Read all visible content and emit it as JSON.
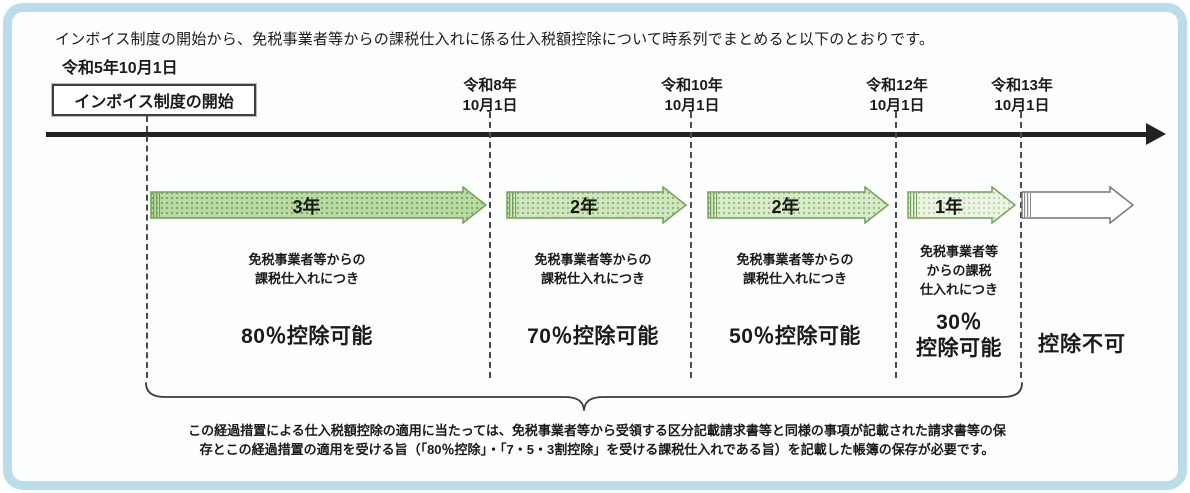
{
  "intro": "インボイス制度の開始から、免税事業者等からの課税仕入れに係る仕入税額控除について時系列でまとめると以下のとおりです。",
  "start": {
    "date": "令和5年10月1日",
    "label": "インボイス制度の開始"
  },
  "milestones": [
    {
      "line1": "令和8年",
      "line2": "10月1日"
    },
    {
      "line1": "令和10年",
      "line2": "10月1日"
    },
    {
      "line1": "令和12年",
      "line2": "10月1日"
    },
    {
      "line1": "令和13年",
      "line2": "10月1日"
    }
  ],
  "periods": [
    {
      "duration": "3年",
      "note1": "免税事業者等からの",
      "note2": "課税仕入れにつき",
      "rate1": "80％控除可能"
    },
    {
      "duration": "2年",
      "note1": "免税事業者等からの",
      "note2": "課税仕入れにつき",
      "rate1": "70％控除可能"
    },
    {
      "duration": "2年",
      "note1": "免税事業者等からの",
      "note2": "課税仕入れにつき",
      "rate1": "50％控除可能"
    },
    {
      "duration": "1年",
      "note1": "免税事業者等",
      "note2": "からの課税",
      "note3": "仕入れにつき",
      "rate1": "30％",
      "rate2": "控除可能"
    }
  ],
  "no_deduction": "控除不可",
  "footnote": {
    "line1": "この経過措置による仕入税額控除の適用に当たっては、免税事業者等から受領する区分記載請求書等と同様の事項が記載された請求書等の保",
    "line2": "存とこの経過措置の適用を受ける旨（「80％控除」・「7・5・3割控除」を受ける課税仕入れである旨）を記載した帳簿の保存が必要です。"
  },
  "colors": {
    "frame_border": "#b9dde9",
    "timeline": "#222222",
    "arrow_border_green": "#6fa653",
    "arrow_fill_1": "#b8dba2",
    "arrow_fill_2": "#cfe7bd",
    "arrow_fill_3": "#d8ecc9",
    "arrow_fill_4": "#ecf5e3",
    "arrow_fill_5": "#ffffff"
  }
}
